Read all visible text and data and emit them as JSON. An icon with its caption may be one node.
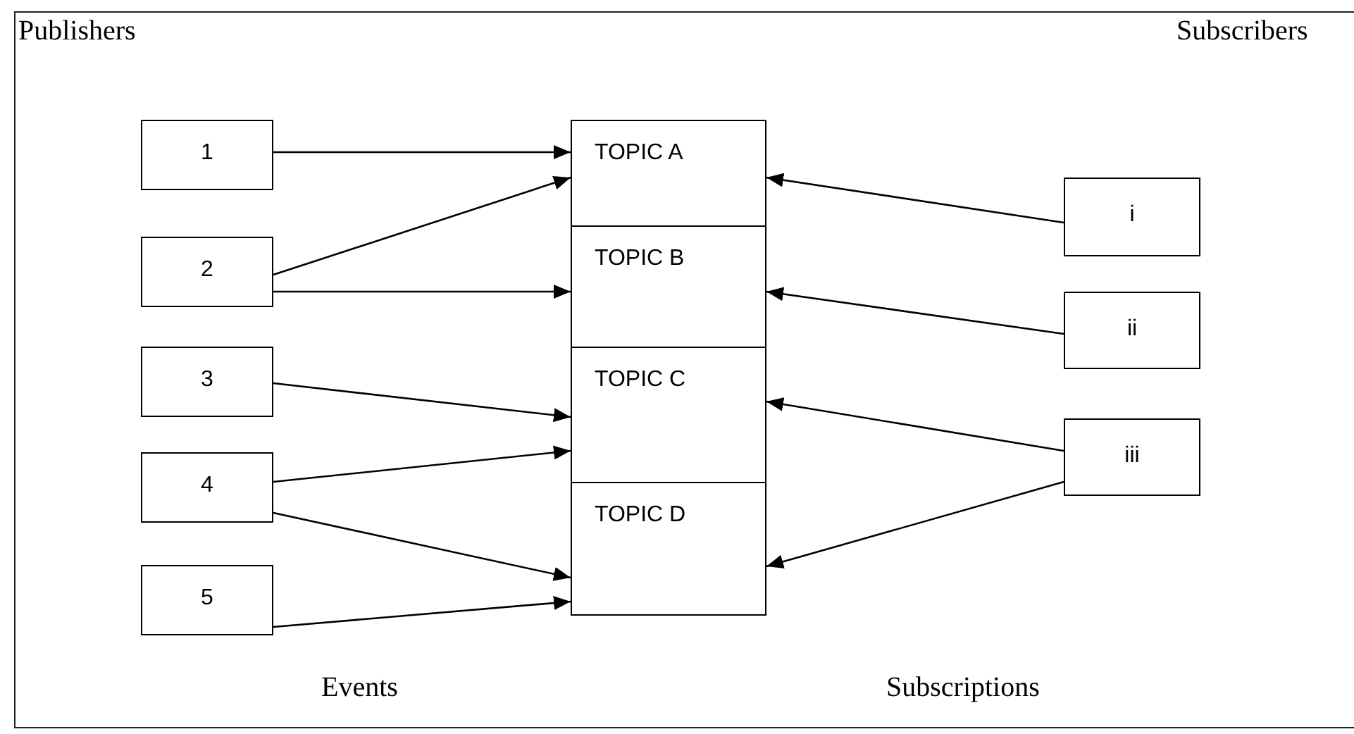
{
  "diagram": {
    "nodes": [
      {
        "text": [
          "1"
        ]
      },
      {
        "text": [
          "2"
        ]
      },
      {
        "text": [
          "3"
        ]
      },
      {
        "text": [
          "4"
        ]
      },
      {
        "text": [
          "5"
        ]
      },
      {
        "text": [
          "TOPIC A"
        ]
      },
      {
        "text": [
          "TOPIC B"
        ]
      },
      {
        "text": [
          "TOPIC C"
        ]
      },
      {
        "text": [
          "TOPIC D"
        ]
      },
      {
        "text": [
          "i"
        ]
      },
      {
        "text": [
          "ii"
        ]
      },
      {
        "text": [
          "iii"
        ]
      }
    ],
    "edges": [
      {
        "from": 0,
        "to": 5,
        "arrow": "to"
      },
      {
        "from": 1,
        "to": 5,
        "arrow": "to"
      },
      {
        "from": 1,
        "to": 6,
        "arrow": "to"
      },
      {
        "from": 2,
        "to": 7,
        "arrow": "to"
      },
      {
        "from": 3,
        "to": 7,
        "arrow": "to"
      },
      {
        "from": 3,
        "to": 8,
        "arrow": "to"
      },
      {
        "from": 4,
        "to": 8,
        "arrow": "to"
      },
      {
        "from": 9,
        "to": 5,
        "arrow": "to"
      },
      {
        "from": 10,
        "to": 6,
        "arrow": "to"
      },
      {
        "from": 11,
        "to": 7,
        "arrow": "to"
      },
      {
        "from": 11,
        "to": 8,
        "arrow": "to"
      }
    ],
    "labels": [
      "Publishers",
      "Subscribers",
      "Events",
      "Subscriptions"
    ]
  }
}
